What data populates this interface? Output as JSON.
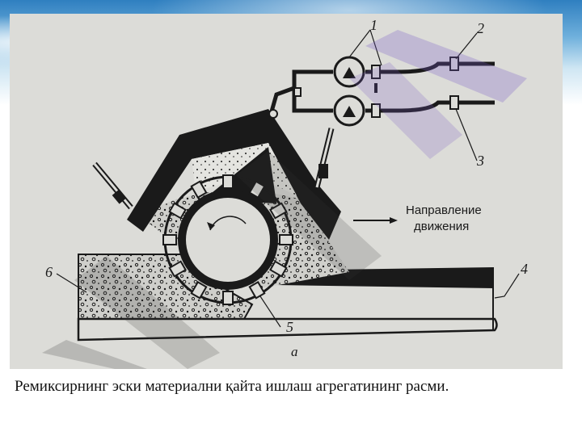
{
  "diagram": {
    "callouts": [
      "1",
      "2",
      "3",
      "4",
      "5",
      "6"
    ],
    "direction_label_line1": "Направление",
    "direction_label_line2": "движения",
    "subfigure_label": "а"
  },
  "caption": "Ремиксирнинг эски материални қайта ишлаш агрегатининг расми.",
  "colors": {
    "ink": "#1a1a1a",
    "paper": "#dcdcd8",
    "watermark": "#7a5cc4",
    "watermark_dark": "#3a3a3a",
    "banner_blue": "#2f7fc0"
  }
}
